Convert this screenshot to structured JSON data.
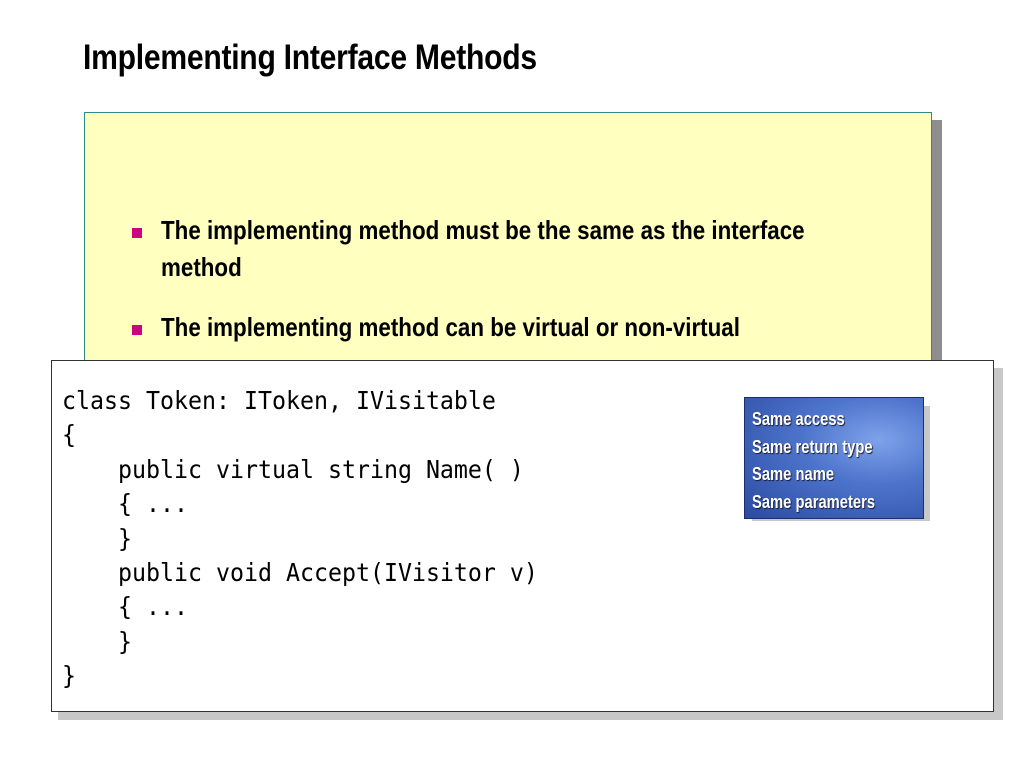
{
  "slide": {
    "title": "Implementing Interface Methods",
    "bullets": [
      "The implementing method must be the same as the interface method",
      "The implementing method can be virtual or non-virtual"
    ],
    "code": "class Token: IToken, IVisitable\n{\n    public virtual string Name( )\n    { ...\n    }\n    public void Accept(IVisitor v)\n    { ...\n    }\n}",
    "callout": {
      "items": [
        "Same access",
        "Same return type",
        "Same name",
        "Same parameters"
      ]
    },
    "colors": {
      "bullet_marker": "#cc0080",
      "yellow_box": "#ffffc0",
      "yellow_border": "#2a8c84",
      "callout_blue": "#3b5fb8"
    }
  }
}
